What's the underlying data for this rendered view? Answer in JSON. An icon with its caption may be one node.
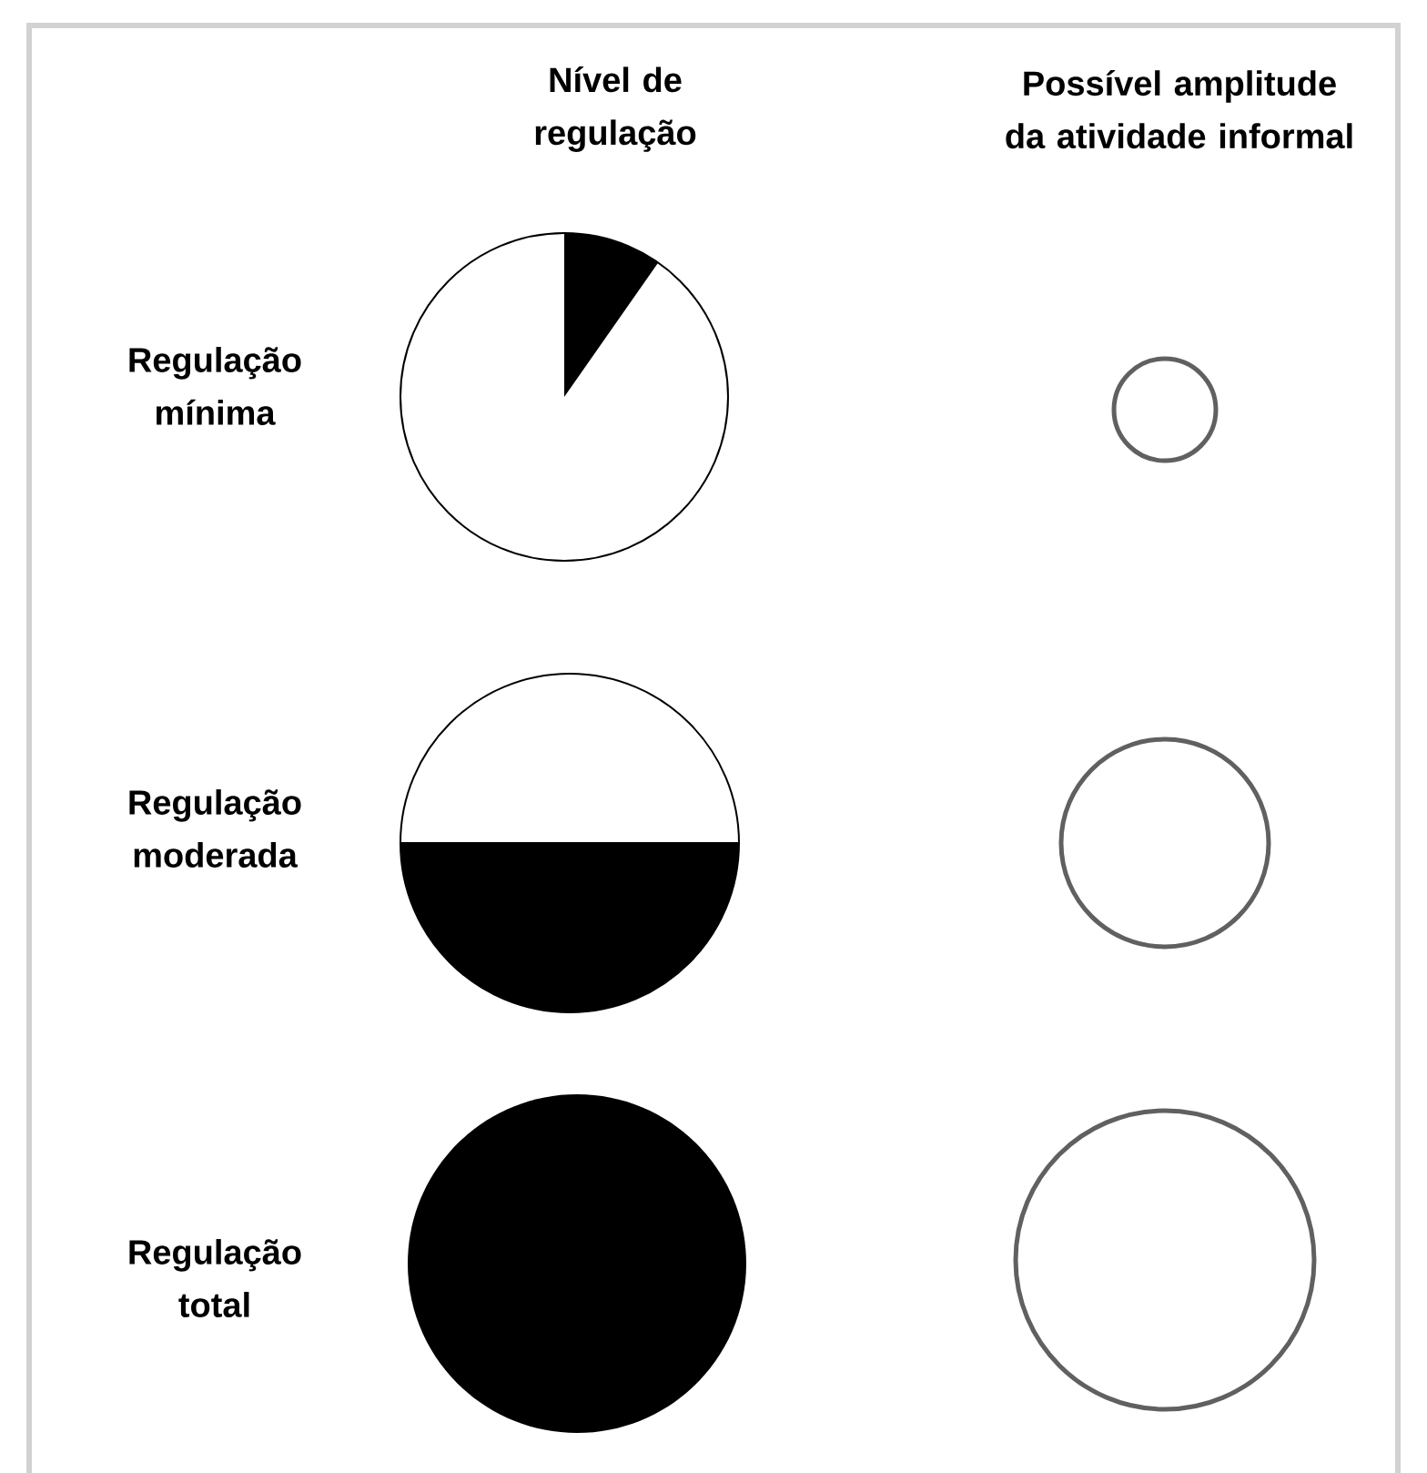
{
  "diagram": {
    "nodes": [
      {
        "text": [],
        "shape": "circle"
      },
      {
        "text": [],
        "shape": "circle"
      },
      {
        "text": [],
        "shape": "circle"
      },
      {
        "text": [],
        "shape": "circle"
      },
      {
        "text": [],
        "shape": "circle"
      },
      {
        "text": [],
        "shape": "circle"
      }
    ],
    "labels": [
      "Nível de regulação",
      "Possível amplitude da atividade informal",
      "Regulação mínima",
      "Regulação moderada",
      "Regulação total"
    ]
  }
}
